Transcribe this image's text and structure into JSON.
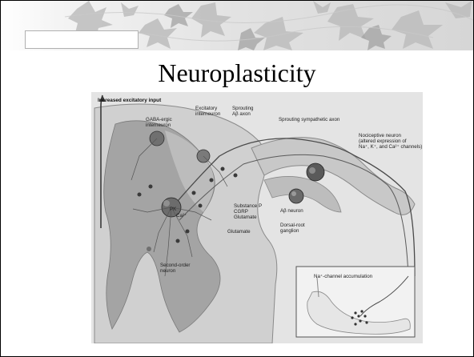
{
  "slide": {
    "title": "Neuroplasticity"
  },
  "figure": {
    "labels": {
      "increased_input": "Increased excitatory input",
      "gabaergic": "GABA-ergic",
      "gabaergic2": "interneuron",
      "excitatory": "Excitatory",
      "excitatory2": "interneuron",
      "sprouting_abeta": "Sprouting",
      "sprouting_abeta2": "Aβ axon",
      "sprouting_symp": "Sprouting sympathetic axon",
      "nociceptive1": "Nociceptive neuron",
      "nociceptive2": "(altered expression of",
      "nociceptive3": "Na⁺, K⁺, and Ca²⁺ channels)",
      "abeta_neuron": "Aβ neuron",
      "drg1": "Dorsal-root",
      "drg2": "ganglion",
      "substance_p": "Substance P",
      "cgrp": "CGRP",
      "glutamate1": "Glutamate",
      "glutamate2": "Glutamate",
      "pk": "PK",
      "ca": "Ca²⁺",
      "second_order1": "Second-order",
      "second_order2": "neuron",
      "na_channel": "Na⁺-channel accumulation"
    }
  },
  "colors": {
    "cord_light": "#d2d2d2",
    "cord_grey": "#9a9a9a",
    "neuron_dark": "#4a4a4a"
  }
}
